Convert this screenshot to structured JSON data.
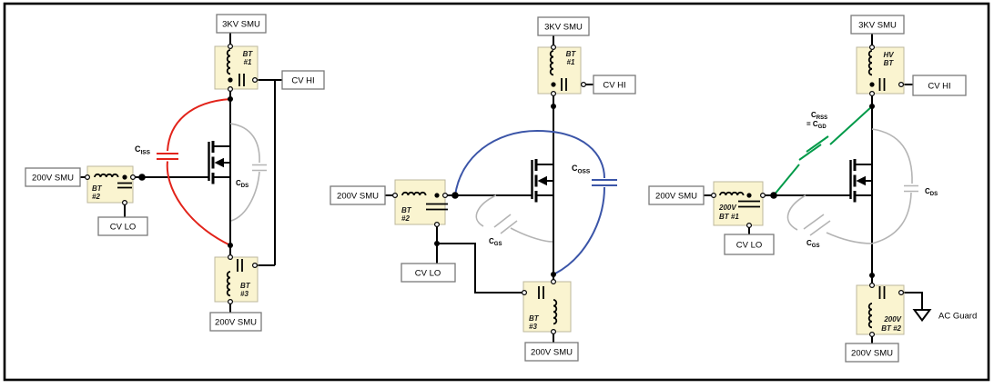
{
  "colors": {
    "ciss_red": "#e2231a",
    "coss_blue": "#3b55a8",
    "crss_green": "#009a49",
    "parasitic_gray": "#b4b4b4",
    "bias_tee_fill": "#faf4d0",
    "bias_tee_border": "#bcb79c",
    "wire_black": "#000000",
    "label_box_border": "#7a7a7a"
  },
  "circuits": [
    {
      "name": "ciss-measurement",
      "top_supply": "3KV SMU",
      "top_bt": {
        "line1": "BT",
        "line2": "#1"
      },
      "cv_hi": "CV HI",
      "gate_supply": "200V SMU",
      "gate_bt": {
        "line1": "BT",
        "line2": "#2"
      },
      "cv_lo": "CV LO",
      "bottom_bt": {
        "line1": "BT",
        "line2": "#3"
      },
      "bottom_supply": "200V SMU",
      "measured_cap": {
        "sym": "C",
        "sub": "ISS"
      },
      "parasitic_cap_ds": {
        "sym": "C",
        "sub": "DS"
      }
    },
    {
      "name": "coss-measurement",
      "top_supply": "3KV SMU",
      "top_bt": {
        "line1": "BT",
        "line2": "#1"
      },
      "cv_hi": "CV HI",
      "gate_supply": "200V SMU",
      "gate_bt": {
        "line1": "BT",
        "line2": "#2"
      },
      "cv_lo": "CV LO",
      "bottom_bt": {
        "line1": "BT",
        "line2": "#3"
      },
      "bottom_supply": "200V SMU",
      "measured_cap": {
        "sym": "C",
        "sub": "OSS"
      },
      "parasitic_cap_gs": {
        "sym": "C",
        "sub": "GS"
      }
    },
    {
      "name": "crss-measurement",
      "top_supply": "3KV SMU",
      "top_bt": {
        "line1": "HV",
        "line2": "BT"
      },
      "cv_hi": "CV HI",
      "gate_supply": "200V SMU",
      "gate_bt": {
        "line1": "200V",
        "line2": "BT #1"
      },
      "cv_lo": "CV LO",
      "bottom_bt": {
        "line1": "200V",
        "line2": "BT #2"
      },
      "bottom_supply": "200V SMU",
      "ac_guard": "AC Guard",
      "measured_cap": {
        "sym": "C",
        "sub": "RSS",
        "eq": "= C",
        "eq_sub": "GD"
      },
      "parasitic_cap_ds": {
        "sym": "C",
        "sub": "DS"
      },
      "parasitic_cap_gs": {
        "sym": "C",
        "sub": "GS"
      }
    }
  ]
}
